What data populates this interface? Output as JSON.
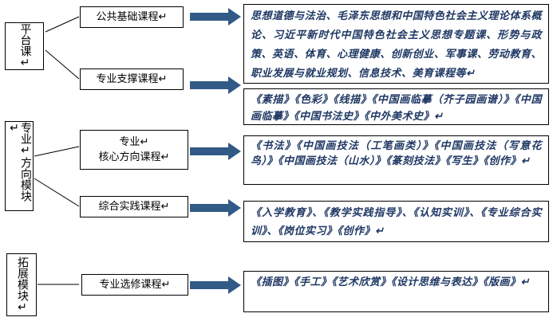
{
  "colors": {
    "arrow": "#315A86",
    "right_text": "#1F3864",
    "border": "#000000"
  },
  "left_modules": [
    {
      "label": "平台课↵"
    },
    {
      "label": "专业↵方向模块↵"
    },
    {
      "label": "拓展模块↵"
    }
  ],
  "course_types": [
    {
      "label": "公共基础课程↵"
    },
    {
      "label": "专业支撑课程↵"
    },
    {
      "label": "专业↵\n核心方向课程↵"
    },
    {
      "label": "综合实践课程↵"
    },
    {
      "label": "专业选修课程↵"
    }
  ],
  "course_contents": [
    {
      "text": "思想道德与法治、毛泽东思想和中国特色社会主义理论体系概论、习近平新时代中国特色社会主义思想专题课、形势与政策、英语、体育、心理健康、创新创业、军事课、劳动教育、职业发展与就业规划、信息技术、美育课程等↵"
    },
    {
      "text": "《素描》《色彩》《线描》《中国画临摹（芥子园画谱）》《中国画临摹》《中国书法史》《中外美术史》↵"
    },
    {
      "text": "《书法》《中国画技法（工笔画类）》《中国画技法（写意花鸟）》《中国画技法（山水）》《篆刻技法》《写生》《创作》↵"
    },
    {
      "text": "《入学教育》、《教学实践指导》、《认知实训》、《专业综合实训》、《岗位实习》《创作》↵"
    },
    {
      "text": "《插图》《手工》《艺术欣赏》《设计思维与表达》《版画》↵"
    }
  ]
}
